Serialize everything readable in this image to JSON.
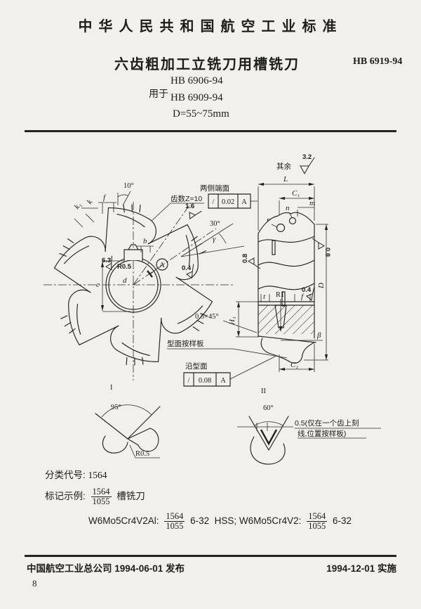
{
  "header": {
    "standard_name": "中华人民共和国航空工业标准",
    "title": "六齿粗加工立铣刀用槽铣刀",
    "standard_no": "HB 6919-94",
    "applies_label": "用于",
    "ref1": "HB 6906-94",
    "ref2": "HB 6909-94",
    "diameter_range": "D=55~75mm"
  },
  "front_view": {
    "angle_top": "10°",
    "f": "f",
    "k": "k",
    "k1": "k₁",
    "teeth_note": "齿数Z=10",
    "finish_16": "1.6",
    "angle_30": "30°",
    "gamma": "γ",
    "b": "b",
    "finish_63": "6.3",
    "radius_05": "R0.5",
    "datum_a": "A",
    "c": "c",
    "d": "d",
    "finish_04": "0.4",
    "frame_note": "两侧端面",
    "frame_sym": "/",
    "frame_val": "0.02",
    "frame_datum": "A"
  },
  "side_view": {
    "surface_prefix": "其余",
    "surface_val": "3.2",
    "L": "L",
    "C1": "C₁",
    "m": "m",
    "n": "n",
    "r": "r",
    "finish_08": "0.8",
    "D": "D",
    "H1": "H₁",
    "t": "t",
    "R1": "R1",
    "f": "f",
    "finish_04": "0.4",
    "chamfer": "0.5×45°",
    "beta": "β",
    "C2": "C₂",
    "template_note": "型面按样板",
    "profile_note": "沿型面",
    "frame_sym": "/",
    "frame_val": "0.08",
    "frame_datum": "A"
  },
  "details": {
    "d1_label": "I",
    "d1_angle": "95°",
    "d1_radius": "R0.5",
    "d2_label": "II",
    "d2_angle": "60°",
    "d2_note1": "0.5(仅在一个齿上刻",
    "d2_note2": "线,位置按样板)"
  },
  "specs": {
    "class_label": "分类代号:",
    "class_code": "1564",
    "mark_label": "标记示例:",
    "mark_num": "1564",
    "mark_den": "1055",
    "mark_name": "槽铣刀",
    "mat1": "W6Mo5Cr4V2Al:",
    "mat1_num": "1564",
    "mat1_den": "1055",
    "mat1_size": "6-32",
    "mat_mid": "HSS;",
    "mat2": "W6Mo5Cr4V2:",
    "mat2_num": "1564",
    "mat2_den": "1055",
    "mat2_size": "6-32"
  },
  "footer": {
    "issue": "中国航空工业总公司 1994-06-01 发布",
    "implement": "1994-12-01 实施",
    "page": "8"
  }
}
